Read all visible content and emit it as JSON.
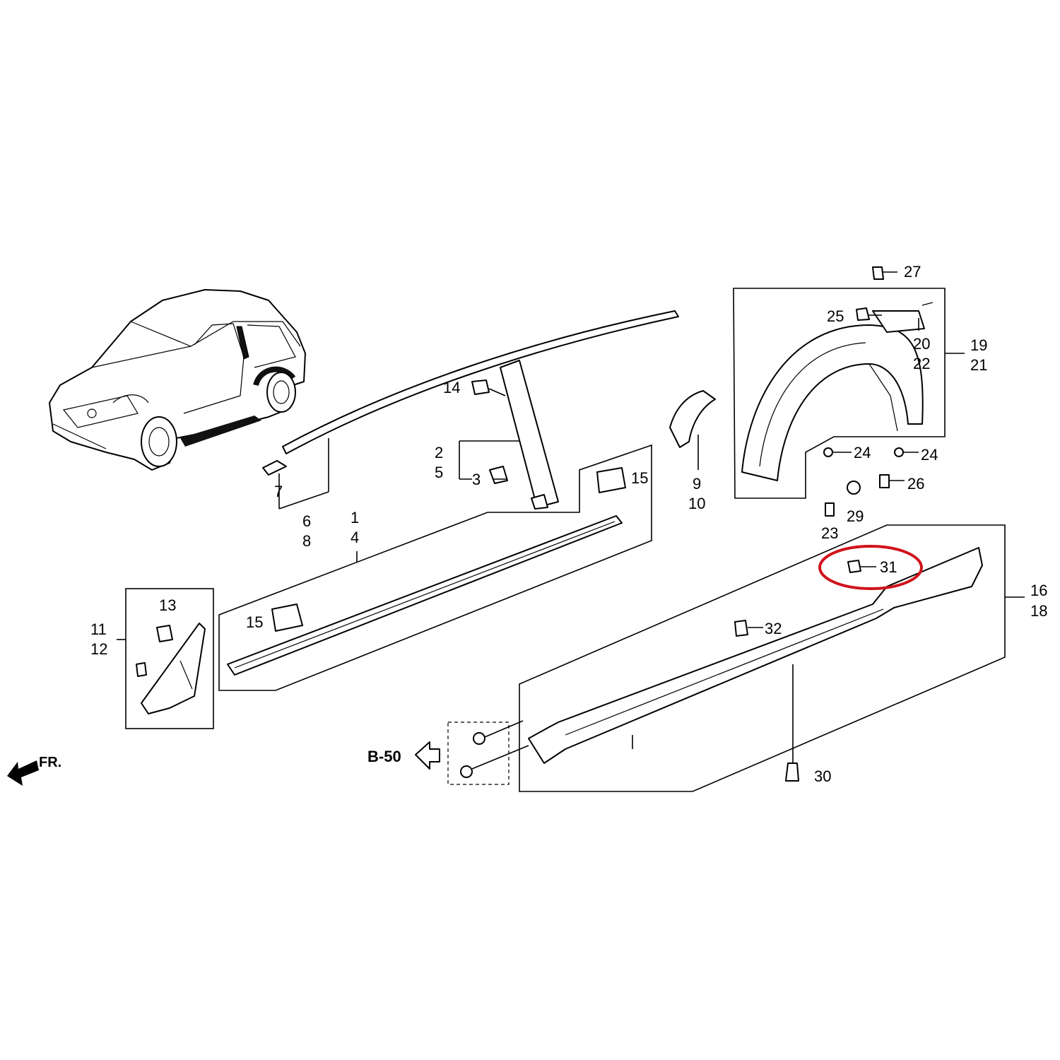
{
  "labels": {
    "l1": "1",
    "l2": "2",
    "l3": "3",
    "l4": "4",
    "l5": "5",
    "l6": "6",
    "l7": "7",
    "l8": "8",
    "l9": "9",
    "l10": "10",
    "l11": "11",
    "l12": "12",
    "l13": "13",
    "l14": "14",
    "l15a": "15",
    "l15b": "15",
    "l16": "16",
    "l18": "18",
    "l19": "19",
    "l20": "20",
    "l21": "21",
    "l22": "22",
    "l23": "23",
    "l24a": "24",
    "l24b": "24",
    "l25": "25",
    "l26": "26",
    "l27": "27",
    "l29": "29",
    "l30": "30",
    "l31": "31",
    "l32": "32"
  },
  "reference": "B-50",
  "front_marker": "FR.",
  "highlight_color": "#d0121b",
  "highlighted_part": "31"
}
